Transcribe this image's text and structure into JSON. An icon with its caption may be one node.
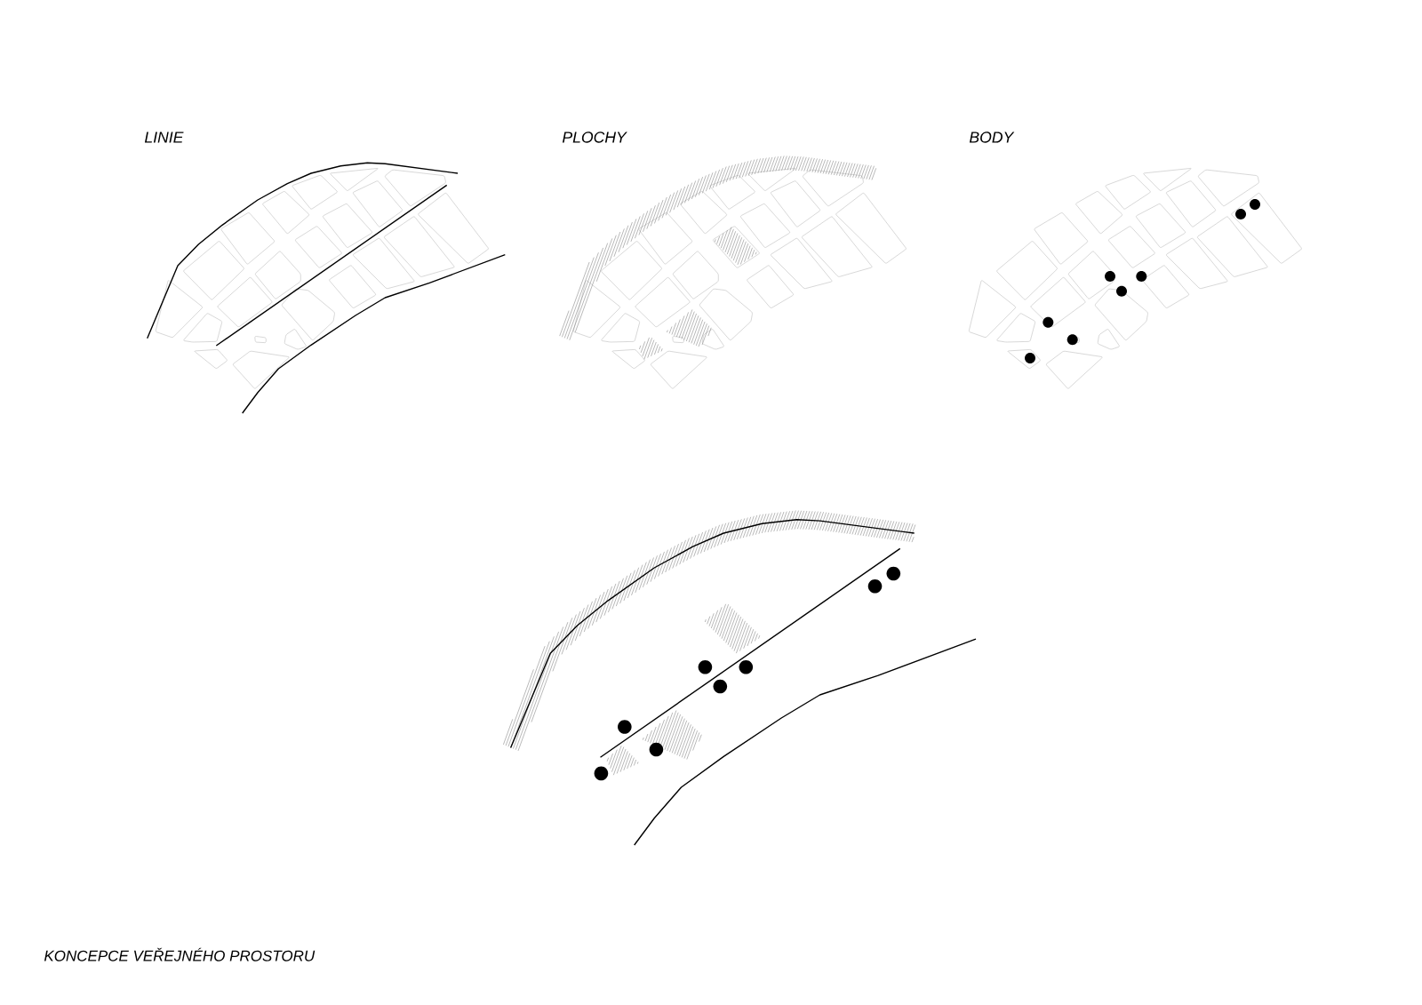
{
  "diagram": {
    "caption": "KONCEPCE VEŘEJNÉHO PROSTORU",
    "labels": [
      "LINIE",
      "PLOCHY",
      "BODY"
    ]
  }
}
